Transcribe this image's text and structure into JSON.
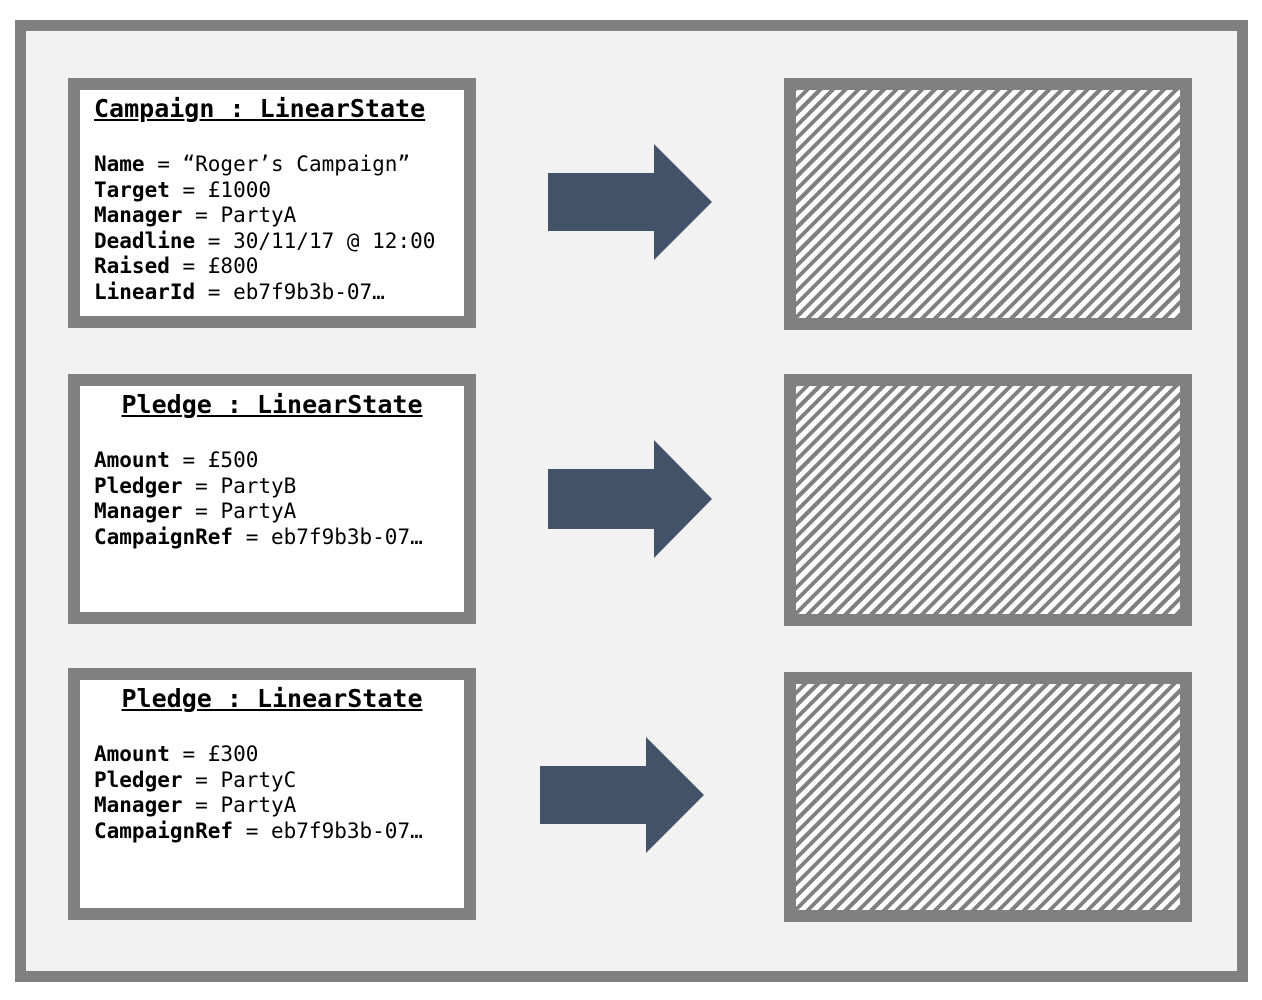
{
  "states": [
    {
      "title": "Campaign : LinearState",
      "fields": [
        {
          "key": "Name",
          "value": " = “Roger’s Campaign”"
        },
        {
          "key": "Target",
          "value": " = £1000"
        },
        {
          "key": "Manager",
          "value": " = PartyA"
        },
        {
          "key": "Deadline",
          "value": " = 30/11/17 @ 12:00"
        },
        {
          "key": "Raised",
          "value": " = £800"
        },
        {
          "key": "LinearId",
          "value": " = eb7f9b3b-07…"
        }
      ]
    },
    {
      "title": "Pledge : LinearState",
      "fields": [
        {
          "key": "Amount",
          "value": " = £500"
        },
        {
          "key": "Pledger",
          "value": " = PartyB"
        },
        {
          "key": "Manager",
          "value": " = PartyA"
        },
        {
          "key": "CampaignRef",
          "value": " = eb7f9b3b-07…"
        }
      ]
    },
    {
      "title": "Pledge : LinearState",
      "fields": [
        {
          "key": "Amount",
          "value": " = £300"
        },
        {
          "key": "Pledger",
          "value": " = PartyC"
        },
        {
          "key": "Manager",
          "value": " = PartyA"
        },
        {
          "key": "CampaignRef",
          "value": " = eb7f9b3b-07…"
        }
      ]
    }
  ],
  "colors": {
    "frame_border": "#808080",
    "frame_fill": "#f2f2f2",
    "arrow": "#425369",
    "hatch": "#808080"
  }
}
